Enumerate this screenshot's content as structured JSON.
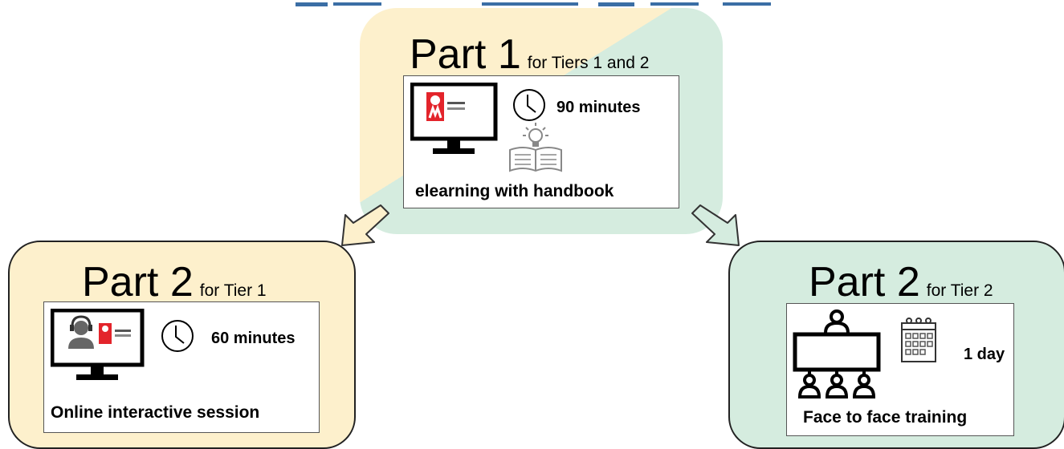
{
  "part1": {
    "title": "Part 1",
    "subtitle": "for Tiers 1 and 2",
    "duration": "90 minutes",
    "caption": "elearning with handbook",
    "icons": [
      "monitor-logo-icon",
      "clock-icon",
      "book-lightbulb-icon"
    ]
  },
  "part2_tier1": {
    "title": "Part 2",
    "subtitle": "for Tier 1",
    "duration": "60 minutes",
    "caption": "Online interactive session",
    "icons": [
      "monitor-headset-icon",
      "clock-icon"
    ]
  },
  "part2_tier2": {
    "title": "Part 2",
    "subtitle": "for Tier 2",
    "duration": "1 day",
    "caption": "Face to face training",
    "icons": [
      "classroom-icon",
      "calendar-icon"
    ]
  },
  "colors": {
    "tier1_fill": "#fdf0cc",
    "tier2_fill": "#d5ecdf",
    "logo_red": "#e3242b",
    "heading_blue": "#3b6ea5"
  }
}
